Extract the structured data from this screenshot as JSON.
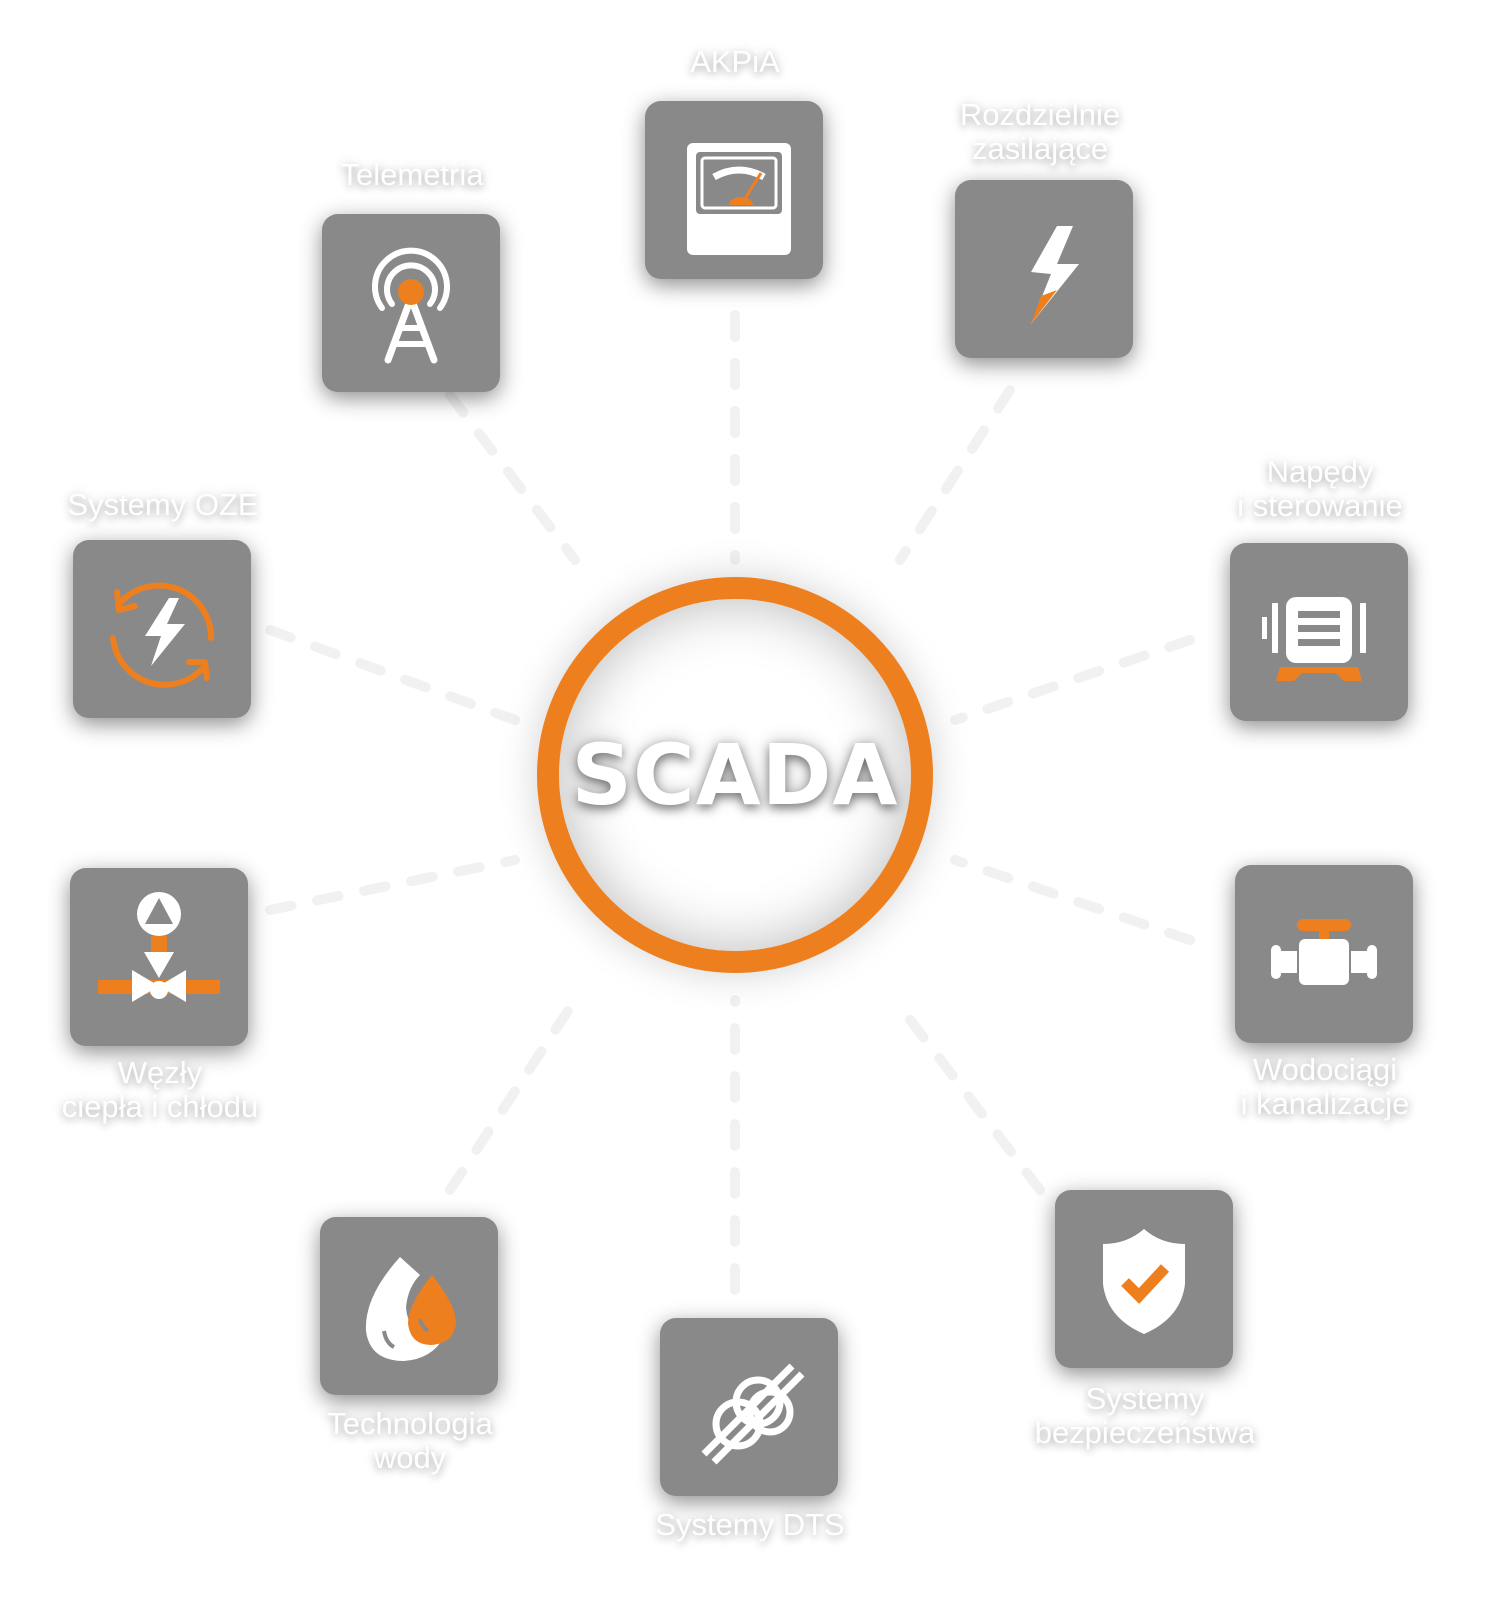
{
  "diagram": {
    "title": "SCADA",
    "colors": {
      "accent": "#ee7f1f",
      "tile": "#898989",
      "label": "#ffffff"
    },
    "nodes": [
      {
        "id": "akpia",
        "lines": [
          "AKPiA"
        ],
        "icon": "gauge-meter-icon"
      },
      {
        "id": "rozdzielnie",
        "lines": [
          "Rozdzielnie",
          "zasilające"
        ],
        "icon": "lightning-bolt-icon"
      },
      {
        "id": "napedy",
        "lines": [
          "Napędy",
          "i sterowanie"
        ],
        "icon": "electric-motor-icon"
      },
      {
        "id": "wodociagi",
        "lines": [
          "Wodociągi",
          "i kanalizacje"
        ],
        "icon": "pipe-valve-icon"
      },
      {
        "id": "bezpieczenstwa",
        "lines": [
          "Systemy",
          "bezpieczeństwa"
        ],
        "icon": "shield-check-icon"
      },
      {
        "id": "dts",
        "lines": [
          "Systemy DTS"
        ],
        "icon": "fiber-knot-icon"
      },
      {
        "id": "technologia",
        "lines": [
          "Technologia",
          "wody"
        ],
        "icon": "water-drops-icon"
      },
      {
        "id": "wezly",
        "lines": [
          "Węzły",
          "ciepła i chłodu"
        ],
        "icon": "pump-valve-icon"
      },
      {
        "id": "oze",
        "lines": [
          "Systemy OZE"
        ],
        "icon": "renewable-energy-icon"
      },
      {
        "id": "telemetria",
        "lines": [
          "Telemetria"
        ],
        "icon": "radio-tower-icon"
      }
    ]
  }
}
